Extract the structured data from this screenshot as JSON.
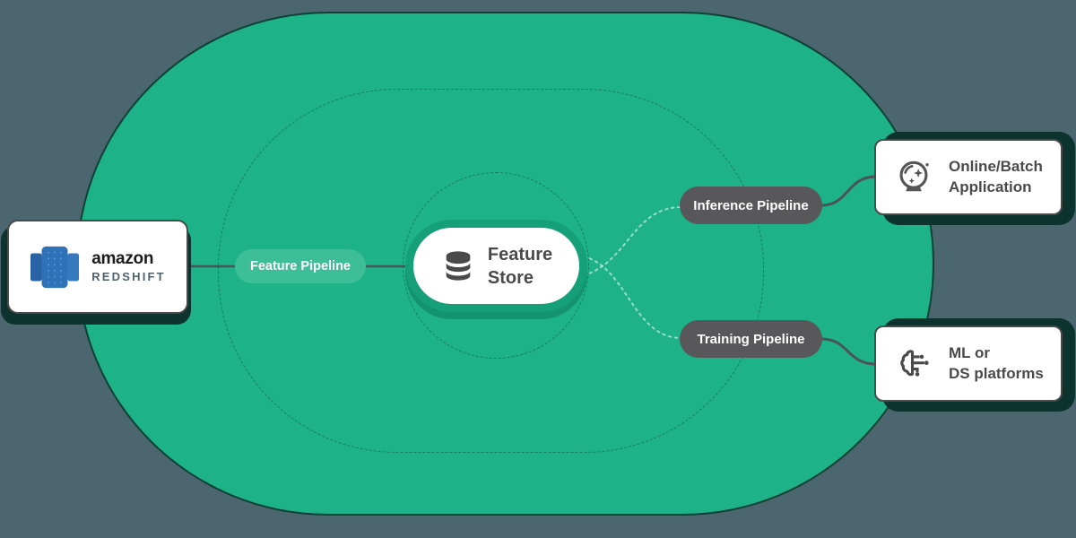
{
  "colors": {
    "canvas_bg": "#4C6670",
    "platform_green": "#1DB287",
    "blob_outline": "#0F332D",
    "light_green_pill": "#3EBE97",
    "dark_pill": "#58585A",
    "card_hard_shadow": "#0C332D",
    "feature_store_ring": "#16A07A",
    "text_dark": "#4A4A4A",
    "connector": "#4A5358",
    "redshift_blue": "#2E72B8"
  },
  "icons": {
    "redshift_logo": "redshift-logo-icon",
    "feature_store_db": "database-icon",
    "online_batch": "crystal-ball-icon",
    "ml_ds": "machine-learning-icon"
  },
  "nodes": {
    "redshift": {
      "brand": "amazon",
      "product": "REDSHIFT"
    },
    "feature_pipeline": {
      "label": "Feature Pipeline"
    },
    "feature_store": {
      "line1": "Feature",
      "line2": "Store"
    },
    "inference_pipeline": {
      "label": "Inference Pipeline"
    },
    "training_pipeline": {
      "label": "Training Pipeline"
    },
    "online_batch_application": {
      "line1": "Online/Batch",
      "line2": "Application"
    },
    "ml_ds_platforms": {
      "line1": "ML or",
      "line2": "DS platforms"
    }
  }
}
